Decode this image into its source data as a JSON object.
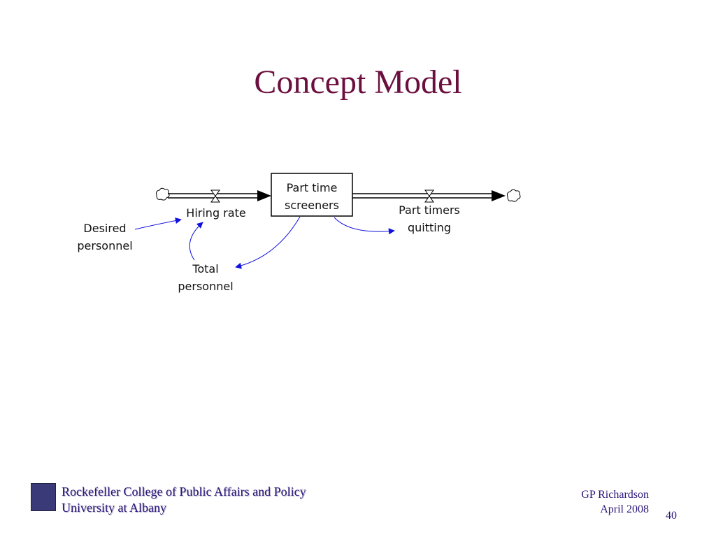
{
  "slide": {
    "title": "Concept Model",
    "page_number": "40"
  },
  "diagram": {
    "stock": {
      "line1": "Part time",
      "line2": "screeners"
    },
    "inflow": {
      "label": "Hiring rate"
    },
    "outflow": {
      "line1": "Part timers",
      "line2": "quitting"
    },
    "desired_personnel": {
      "line1": "Desired",
      "line2": "personnel"
    },
    "total_personnel": {
      "line1": "Total",
      "line2": "personnel"
    },
    "colors": {
      "link": "#1010e0",
      "flow": "#000000"
    }
  },
  "footer": {
    "org_line1": "Rockefeller College of Public Affairs and Policy",
    "org_line2": "University at Albany",
    "author": "GP Richardson",
    "date": "April 2008"
  }
}
